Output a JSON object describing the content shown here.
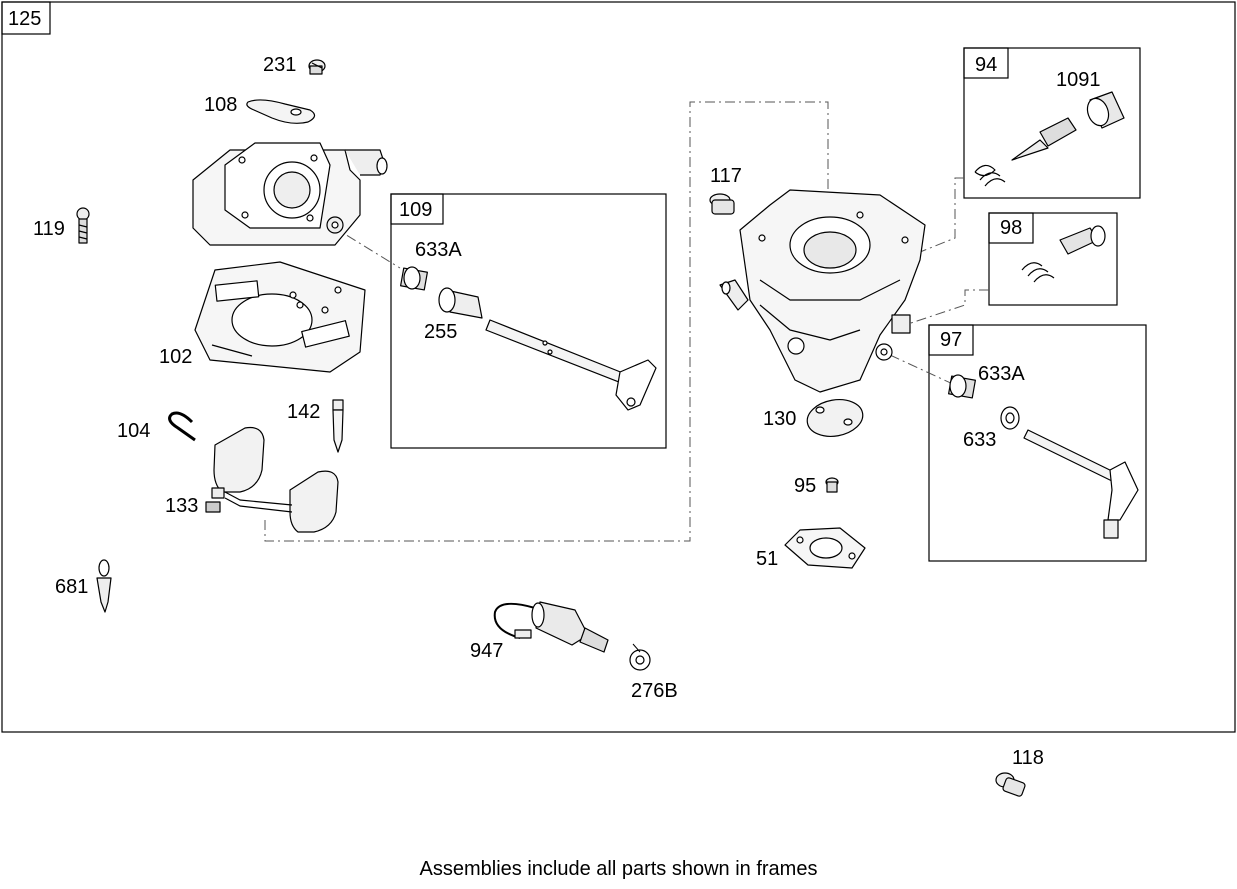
{
  "diagram": {
    "main_frame_id": "125",
    "frames": {
      "f109": "109",
      "f94": "94",
      "f98": "98",
      "f97": "97"
    },
    "labels": {
      "p231": "231",
      "p108": "108",
      "p119": "119",
      "p102": "102",
      "p104": "104",
      "p142": "142",
      "p133": "133",
      "p681": "681",
      "p633a_left": "633A",
      "p255": "255",
      "p117": "117",
      "p1091": "1091",
      "p633a_right": "633A",
      "p633": "633",
      "p130": "130",
      "p95": "95",
      "p51": "51",
      "p947": "947",
      "p276b": "276B",
      "p118": "118"
    },
    "footer_note": "Assemblies include all parts shown in frames"
  }
}
